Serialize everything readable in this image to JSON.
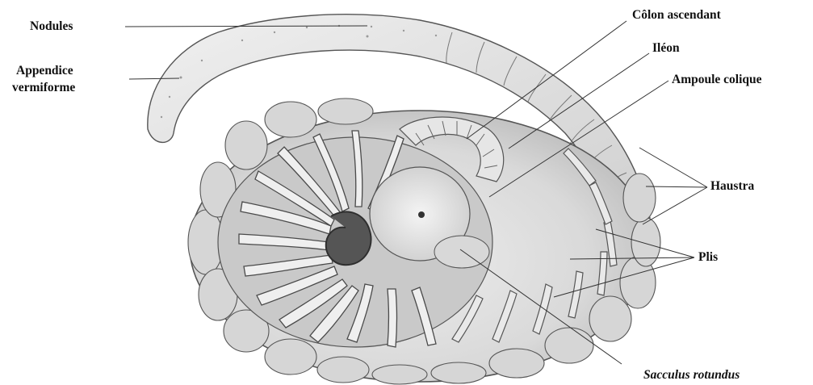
{
  "labels": {
    "nodules": "Nodules",
    "appendice_line1": "Appendice",
    "appendice_line2": "vermiforme",
    "colon_ascendant": "Côlon ascendant",
    "ileon": "Iléon",
    "ampoule_colique": "Ampoule colique",
    "haustra": "Haustra",
    "plis": "Plis",
    "sacculus_rotundus": "Sacculus rotundus"
  },
  "colors": {
    "background": "#ffffff",
    "text": "#111111",
    "leader_line": "#333333",
    "drawing_fill": "#e4e4e4",
    "drawing_shade": "#8c8c8c"
  }
}
